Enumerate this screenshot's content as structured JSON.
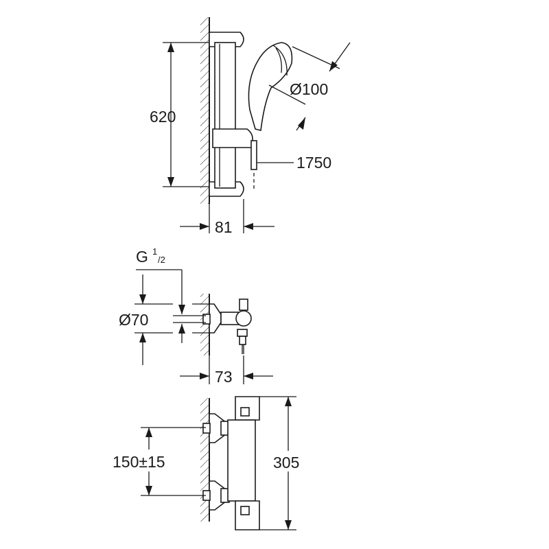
{
  "dimensions": {
    "rail_height": "620",
    "handshower_diameter": "Ø100",
    "hose_length": "1750",
    "rail_depth": "81",
    "thread_g": "G",
    "thread_num": "1",
    "thread_den": "/2",
    "mixer_diameter": "Ø70",
    "mixer_depth": "73",
    "inlet_spacing": "150±15",
    "mixer_height": "305"
  }
}
